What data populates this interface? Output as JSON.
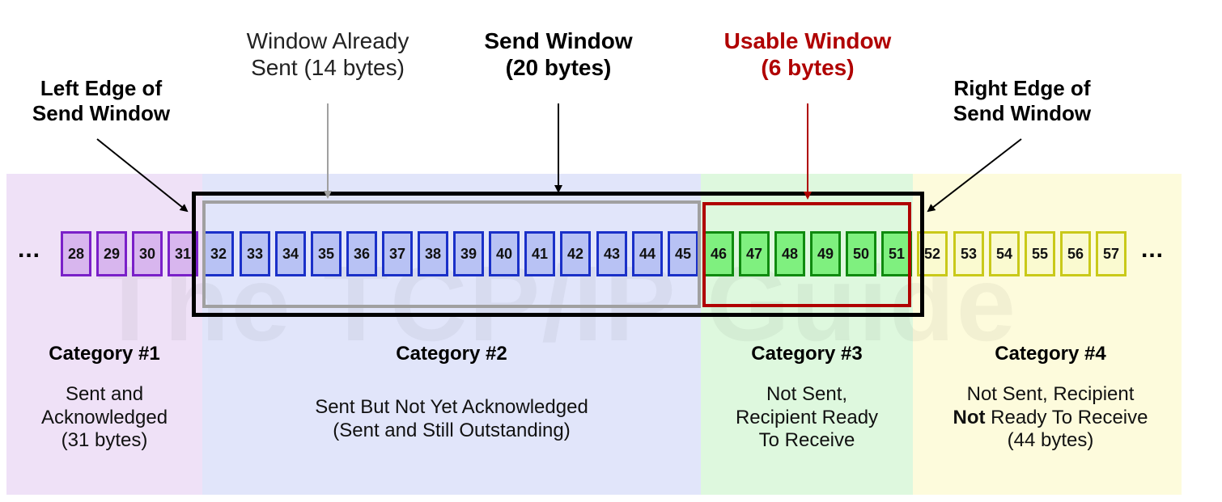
{
  "ellipsis": "...",
  "sequence": {
    "cells": [
      {
        "n": "28",
        "cat": 1
      },
      {
        "n": "29",
        "cat": 1
      },
      {
        "n": "30",
        "cat": 1
      },
      {
        "n": "31",
        "cat": 1
      },
      {
        "n": "32",
        "cat": 2
      },
      {
        "n": "33",
        "cat": 2
      },
      {
        "n": "34",
        "cat": 2
      },
      {
        "n": "35",
        "cat": 2
      },
      {
        "n": "36",
        "cat": 2
      },
      {
        "n": "37",
        "cat": 2
      },
      {
        "n": "38",
        "cat": 2
      },
      {
        "n": "39",
        "cat": 2
      },
      {
        "n": "40",
        "cat": 2
      },
      {
        "n": "41",
        "cat": 2
      },
      {
        "n": "42",
        "cat": 2
      },
      {
        "n": "43",
        "cat": 2
      },
      {
        "n": "44",
        "cat": 2
      },
      {
        "n": "45",
        "cat": 2
      },
      {
        "n": "46",
        "cat": 3
      },
      {
        "n": "47",
        "cat": 3
      },
      {
        "n": "48",
        "cat": 3
      },
      {
        "n": "49",
        "cat": 3
      },
      {
        "n": "50",
        "cat": 3
      },
      {
        "n": "51",
        "cat": 3
      },
      {
        "n": "52",
        "cat": 4
      },
      {
        "n": "53",
        "cat": 4
      },
      {
        "n": "54",
        "cat": 4
      },
      {
        "n": "55",
        "cat": 4
      },
      {
        "n": "56",
        "cat": 4
      },
      {
        "n": "57",
        "cat": 4
      }
    ]
  },
  "labels": {
    "left_edge": [
      "Left Edge of",
      "Send Window"
    ],
    "already_sent": [
      "Window Already",
      "Sent (14 bytes)"
    ],
    "send_window": [
      "Send Window",
      "(20 bytes)"
    ],
    "usable_window": [
      "Usable Window",
      "(6 bytes)"
    ],
    "right_edge": [
      "Right Edge of",
      "Send Window"
    ]
  },
  "categories": [
    {
      "title": "Category #1",
      "lines": [
        "Sent and",
        "Acknowledged",
        "(31 bytes)"
      ]
    },
    {
      "title": "Category #2",
      "lines": [
        "Sent But Not Yet Acknowledged",
        "(Sent and Still Outstanding)"
      ]
    },
    {
      "title": "Category #3",
      "lines": [
        "Not Sent,",
        "Recipient Ready",
        "To Receive"
      ]
    },
    {
      "title": "Category #4",
      "line1": "Not Sent, Recipient",
      "line2_bold": "Not",
      "line2_rest": " Ready To Receive",
      "line3": "(44 bytes)"
    }
  ],
  "watermark": "The TCP/IP Guide",
  "colors": {
    "cat1_bg": "#efe1f7",
    "cat1_cell_bg": "#d8b6ee",
    "cat1_border": "#7a20c8",
    "cat2_bg": "#e1e5fa",
    "cat2_cell_bg": "#b8c2f4",
    "cat2_border": "#1a30c8",
    "cat3_bg": "#def8de",
    "cat3_cell_bg": "#7ff07f",
    "cat3_border": "#0f8a0f",
    "cat4_bg": "#fdfbdc",
    "cat4_cell_bg": "#fafad0",
    "cat4_border": "#c9c91a",
    "usable": "#b00000",
    "sent_window": "#a0a0a0",
    "send_window": "#000000"
  }
}
